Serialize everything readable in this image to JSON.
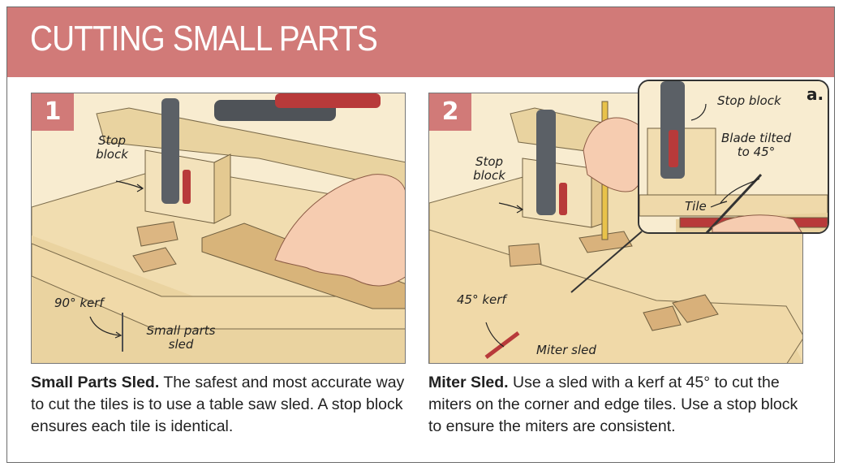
{
  "header": {
    "title": "CUTTING SMALL PARTS"
  },
  "panel1": {
    "number": "1",
    "labels": {
      "stop_block": "Stop\nblock",
      "kerf": "90° kerf",
      "small_parts_sled": "Small parts\nsled"
    },
    "caption": {
      "heading": "Small Parts Sled.",
      "text": " The safest and most accurate way to cut the tiles is to use a table saw sled. A stop block ensures each tile is identical."
    }
  },
  "panel2": {
    "number": "2",
    "labels": {
      "stop_block": "Stop\nblock",
      "kerf": "45° kerf",
      "miter_sled": "Miter sled"
    },
    "caption": {
      "heading": "Miter Sled.",
      "text": " Use a sled with a kerf at 45° to cut the miters on the corner and edge tiles. Use a stop block to ensure the miters are consistent."
    }
  },
  "inset": {
    "letter": "a.",
    "labels": {
      "stop_block": "Stop block",
      "blade_tilted": "Blade tilted\nto 45°",
      "tile": "Tile"
    }
  },
  "colors": {
    "banner": "#d17a78",
    "wood": "#f1ddb0",
    "clamp": "#5b6066",
    "accent_red": "#b83a3a"
  }
}
